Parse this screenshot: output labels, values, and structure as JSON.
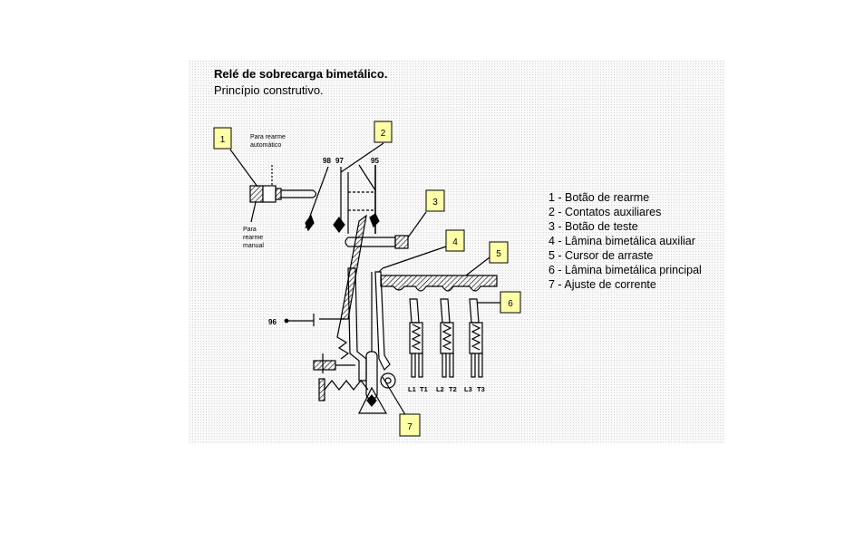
{
  "title": "Relé de sobrecarga bimetálico.",
  "subtitle": "Princípio construtivo.",
  "legend": [
    "1 - Botão de rearme",
    "2 - Contatos auxiliares",
    "3 - Botão de teste",
    "4 - Lâmina bimetálica auxiliar",
    "5 - Cursor de arraste",
    "6 - Lâmina bimetálica principal",
    "7 - Ajuste de corrente"
  ],
  "callouts": [
    "1",
    "2",
    "3",
    "4",
    "5",
    "6",
    "7"
  ],
  "notes": {
    "auto_line1": "Para rearme",
    "auto_line2": "automático",
    "manual_line1": "Para",
    "manual_line2": "rearme",
    "manual_line3": "manual"
  },
  "terminals": {
    "t98": "98",
    "t97": "97",
    "t95": "95",
    "t96": "96"
  },
  "phase_labels": [
    "L1",
    "T1",
    "L2",
    "T2",
    "L3",
    "T3"
  ],
  "colors": {
    "callout_fill": "#ffffa8",
    "ink": "#000000"
  }
}
